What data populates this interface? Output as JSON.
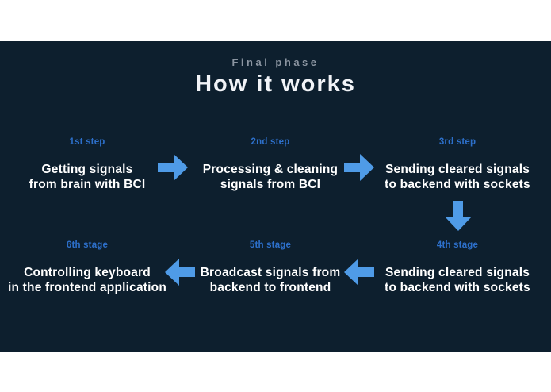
{
  "slide": {
    "eyebrow": "Final phase",
    "title": "How it works",
    "colors": {
      "background": "#0d1f2e",
      "page": "#ffffff",
      "step_label": "#2d70cb",
      "arrow": "#4f9be7",
      "eyebrow_text": "#8b95a1",
      "title_text": "#f2f4f8",
      "step_text": "#ffffff"
    }
  },
  "steps": [
    {
      "label": "1st step",
      "line1": "Getting signals",
      "line2": "from brain with BCI"
    },
    {
      "label": "2nd step",
      "line1": "Processing & cleaning",
      "line2": "signals from BCI"
    },
    {
      "label": "3rd step",
      "line1": "Sending cleared signals",
      "line2": "to backend with sockets"
    },
    {
      "label": "4th stage",
      "line1": "Sending cleared signals",
      "line2": "to backend with sockets"
    },
    {
      "label": "5th stage",
      "line1": "Broadcast signals from",
      "line2": "backend to frontend"
    },
    {
      "label": "6th stage",
      "line1": "Controlling keyboard",
      "line2": "in the frontend application"
    }
  ],
  "flow_arrows": [
    "right",
    "right",
    "down",
    "left",
    "left"
  ]
}
